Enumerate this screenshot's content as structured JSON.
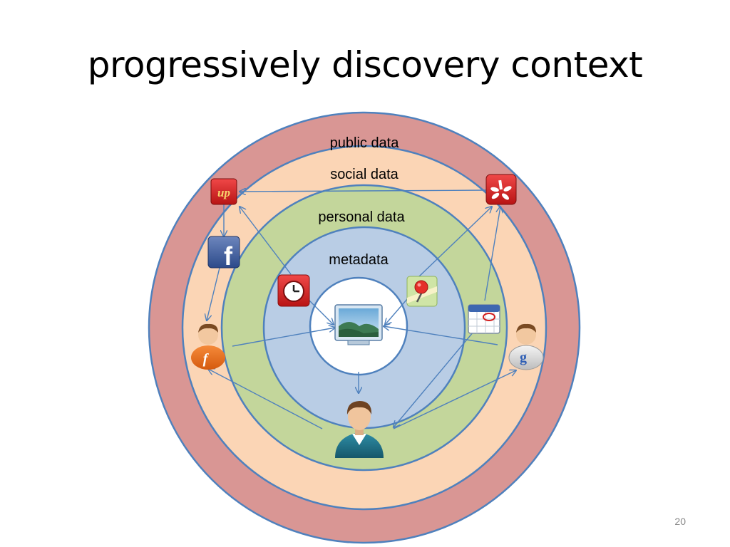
{
  "slide": {
    "title": "progressively discovery context",
    "number": "20"
  },
  "diagram": {
    "rings": [
      {
        "label": "public data",
        "color": "#d99694"
      },
      {
        "label": "social data",
        "color": "#fbd5b5"
      },
      {
        "label": "personal data",
        "color": "#c3d69b"
      },
      {
        "label": "metadata",
        "color": "#b9cde5"
      }
    ],
    "ring_stroke": "#4f81bd",
    "arrow_color": "#4f81bd",
    "icons": {
      "photo": "photo-icon",
      "clock": "clock-icon",
      "maps": "map-pin-icon",
      "calendar": "calendar-icon",
      "facebook": {
        "icon": "facebook-icon",
        "glyph": "f"
      },
      "upcoming": {
        "icon": "upcoming-icon",
        "glyph": "up"
      },
      "yelp": "yelp-icon",
      "flickr_user": {
        "icon": "flickr-user-icon",
        "glyph": "f"
      },
      "google_user": {
        "icon": "google-user-icon",
        "glyph": "g"
      },
      "user": "user-icon"
    }
  }
}
